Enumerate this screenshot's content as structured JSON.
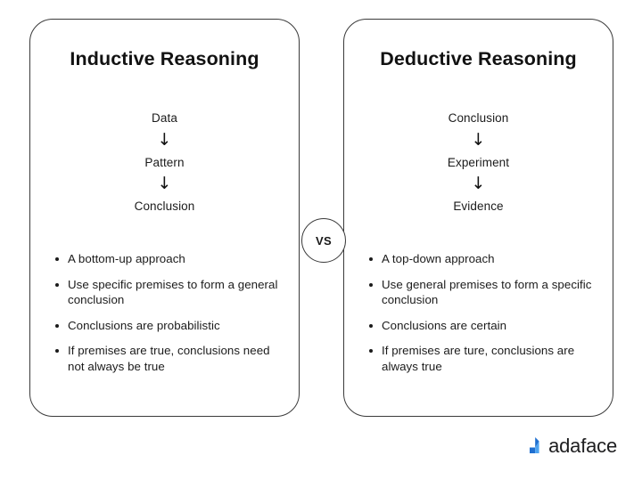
{
  "background_color": "#ffffff",
  "text_color": "#1b1b1b",
  "border_color": "#3a3a3a",
  "comparison": {
    "vs_label": "VS",
    "left": {
      "title": "Inductive Reasoning",
      "flow": [
        "Data",
        "Pattern",
        "Conclusion"
      ],
      "arrow_glyph": "↓",
      "bullets": [
        "A bottom-up approach",
        "Use specific premises to form a general conclusion",
        "Conclusions are probabilistic",
        "If premises are true, conclusions need not always be true"
      ]
    },
    "right": {
      "title": "Deductive Reasoning",
      "flow": [
        "Conclusion",
        "Experiment",
        "Evidence"
      ],
      "arrow_glyph": "↓",
      "bullets": [
        "A top-down approach",
        "Use general premises to form a specific conclusion",
        "Conclusions are certain",
        "If premises are ture, conclusions are always true"
      ]
    }
  },
  "logo": {
    "text": "adaface",
    "mark_name": "adaface-bars-logo",
    "mark_color_dark": "#1f6fd0",
    "mark_color_light": "#4da3f0"
  }
}
